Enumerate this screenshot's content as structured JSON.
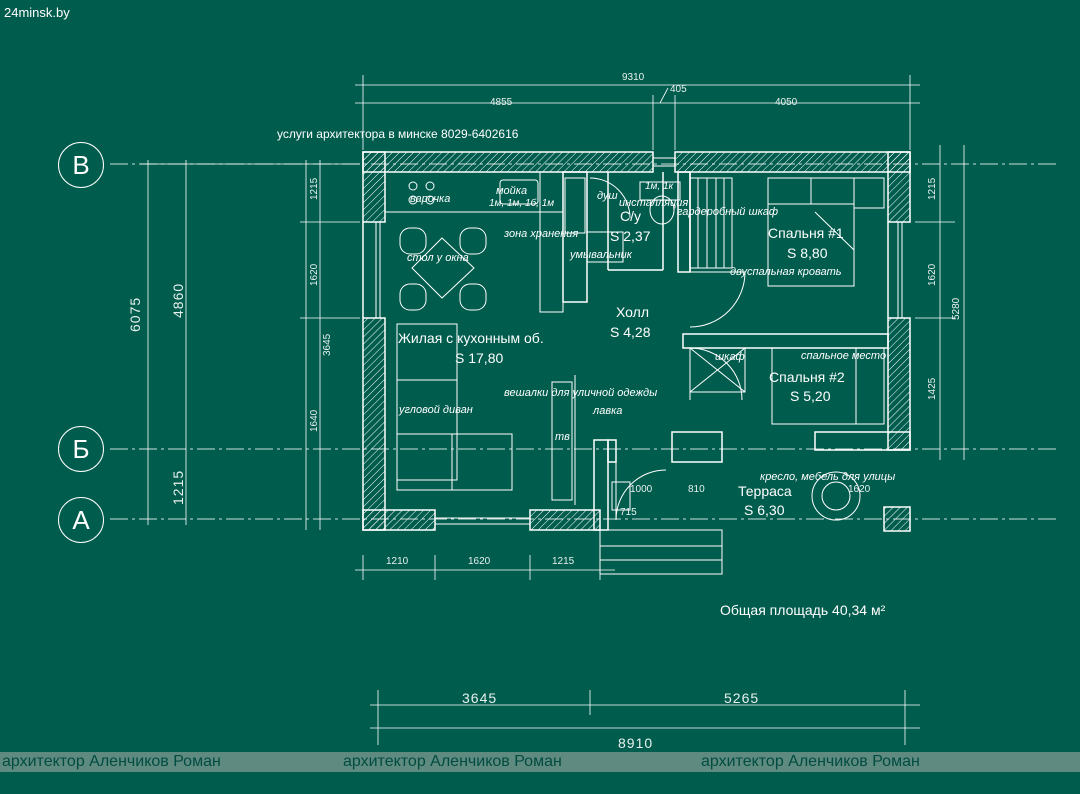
{
  "site": "24minsk.by",
  "service_text": "услуги архитектора в минске 8029-6402616",
  "rooms": {
    "living": {
      "name": "Жилая с кухонным об.",
      "area": "S 17,80"
    },
    "bath": {
      "name": "С/у",
      "area": "S 2,37"
    },
    "bedroom1": {
      "name": "Спальня #1",
      "area": "S 8,80"
    },
    "hall": {
      "name": "Холл",
      "area": "S 4,28"
    },
    "bedroom2": {
      "name": "Спальня #2",
      "area": "S 5,20"
    },
    "terrace": {
      "name": "Терраса",
      "area": "S 6,30"
    }
  },
  "furniture": {
    "stove": "варочка",
    "sink": "мойка",
    "cabinets": "1м, 1м, 1б, 1м",
    "storage": "зона хранения",
    "table": "стол у окна",
    "shower": "душ",
    "installation": "инсталляция",
    "one_m_one_k": "1м, 1к",
    "wardrobe": "гардеробный шкаф",
    "washbasin": "умывальник",
    "double_bed": "двуспальная кровать",
    "hangers": "вешалки для уличной одежды",
    "bench": "лавка",
    "closet": "шкаф",
    "sleeping_place": "спальное место",
    "corner_sofa": "угловой диван",
    "tv": "тв",
    "terrace_furniture": "кресло, мебель для улицы"
  },
  "axes": [
    "В",
    "Б",
    "А"
  ],
  "dims": {
    "top_total": "9310",
    "top_mid": "405",
    "top_left": "4855",
    "top_right": "4050",
    "left_outer": "6075",
    "left_inner_top": "4860",
    "left_inner_bottom": "1215",
    "left_seg1": "1215",
    "left_seg2": "1620",
    "left_seg3": "3645",
    "left_seg4": "1640",
    "right_seg1": "1215",
    "right_seg2": "1620",
    "right_seg3": "1425",
    "right_total": "5280",
    "bottom_seg1": "1210",
    "bottom_seg2": "1620",
    "bottom_seg3": "1215",
    "door_w": "1000",
    "door_w2": "810",
    "terrace_w": "1620",
    "step": "715",
    "lower_left": "3645",
    "lower_right": "5265",
    "lower_total": "8910"
  },
  "total_area": "Общая площадь 40,34 м²",
  "footer": [
    "архитектор Аленчиков Роман",
    "архитектор Аленчиков Роман",
    "архитектор Аленчиков Роман"
  ],
  "colors": {
    "background": "#005c4d",
    "lines": "#ffffff",
    "footer_band": "#5f8a80"
  }
}
